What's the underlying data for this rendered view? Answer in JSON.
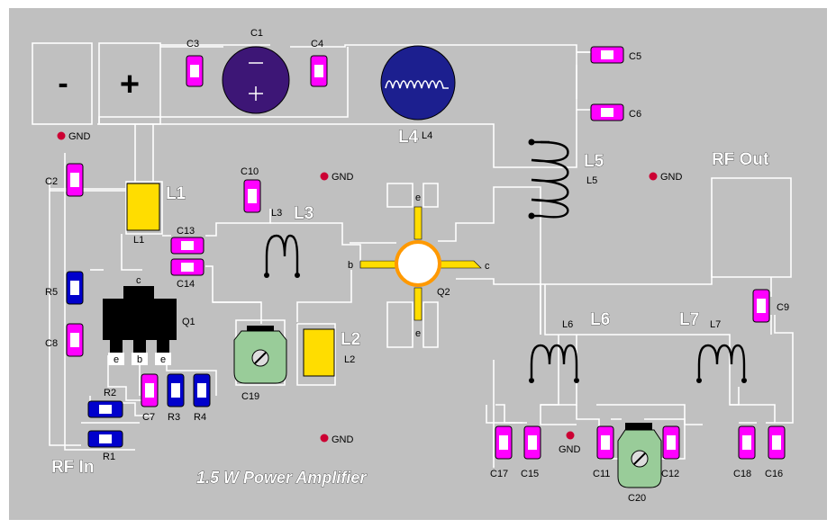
{
  "board": {
    "title": "1.5 W Power Amplifier",
    "rf_in_label": "RF In",
    "rf_out_label": "RF Out",
    "gnd_label": "GND",
    "terminal_minus": "-",
    "terminal_plus": "+"
  },
  "capacitors": {
    "c1": "C1",
    "c2": "C2",
    "c3": "C3",
    "c4": "C4",
    "c5": "C5",
    "c6": "C6",
    "c7": "C7",
    "c8": "C8",
    "c9": "C9",
    "c10": "C10",
    "c11": "C11",
    "c12": "C12",
    "c13": "C13",
    "c14": "C14",
    "c15": "C15",
    "c16": "C16",
    "c17": "C17",
    "c18": "C18",
    "c19": "C19",
    "c20": "C20"
  },
  "resistors": {
    "r1": "R1",
    "r2": "R2",
    "r3": "R3",
    "r4": "R4",
    "r5": "R5"
  },
  "inductors": {
    "l1": "L1",
    "l2": "L2",
    "l3": "L3",
    "l4": "L4",
    "l5": "L5",
    "l6": "L6",
    "l7": "L7"
  },
  "transistors": {
    "q1": "Q1",
    "q2": "Q2",
    "pin_b": "b",
    "pin_c": "c",
    "pin_e": "e"
  },
  "colors": {
    "board": "#c0c0c0",
    "trace": "#ffffff",
    "capacitor": "#ff00ff",
    "resistor": "#0000cc",
    "inductor_pad": "#ffdd00",
    "electrolytic": "#3d1676",
    "choke": "#1c1f8f",
    "trimmer": "#99cc99",
    "gnd_dot": "#cc0033",
    "transistor_ring": "#ff9900"
  }
}
